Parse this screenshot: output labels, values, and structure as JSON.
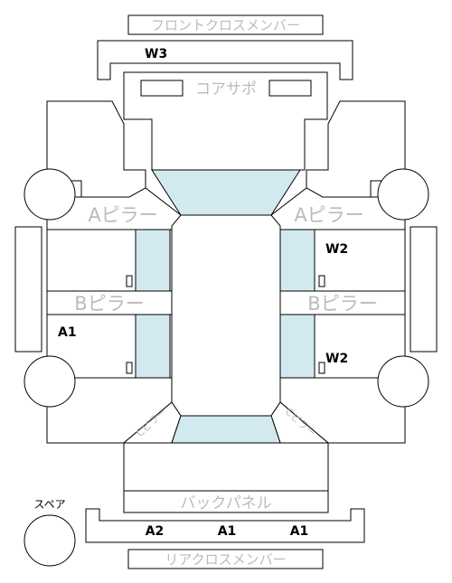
{
  "labels": {
    "front_cross_member": "フロントクロスメンバー",
    "core_support": "コアサポ",
    "a_pillar": "Aピラー",
    "b_pillar": "Bピラー",
    "back_panel": "バックパネル",
    "rear_cross_member": "リアクロスメンバー",
    "spare": "スペア",
    "c_pillar": "Cピラー"
  },
  "markers": {
    "w3": "W3",
    "w2": "W2",
    "a1": "A1",
    "a2": "A2"
  },
  "colors": {
    "stroke": "#000000",
    "glass": "#d3e9f0",
    "label": "#bbbbbb"
  }
}
